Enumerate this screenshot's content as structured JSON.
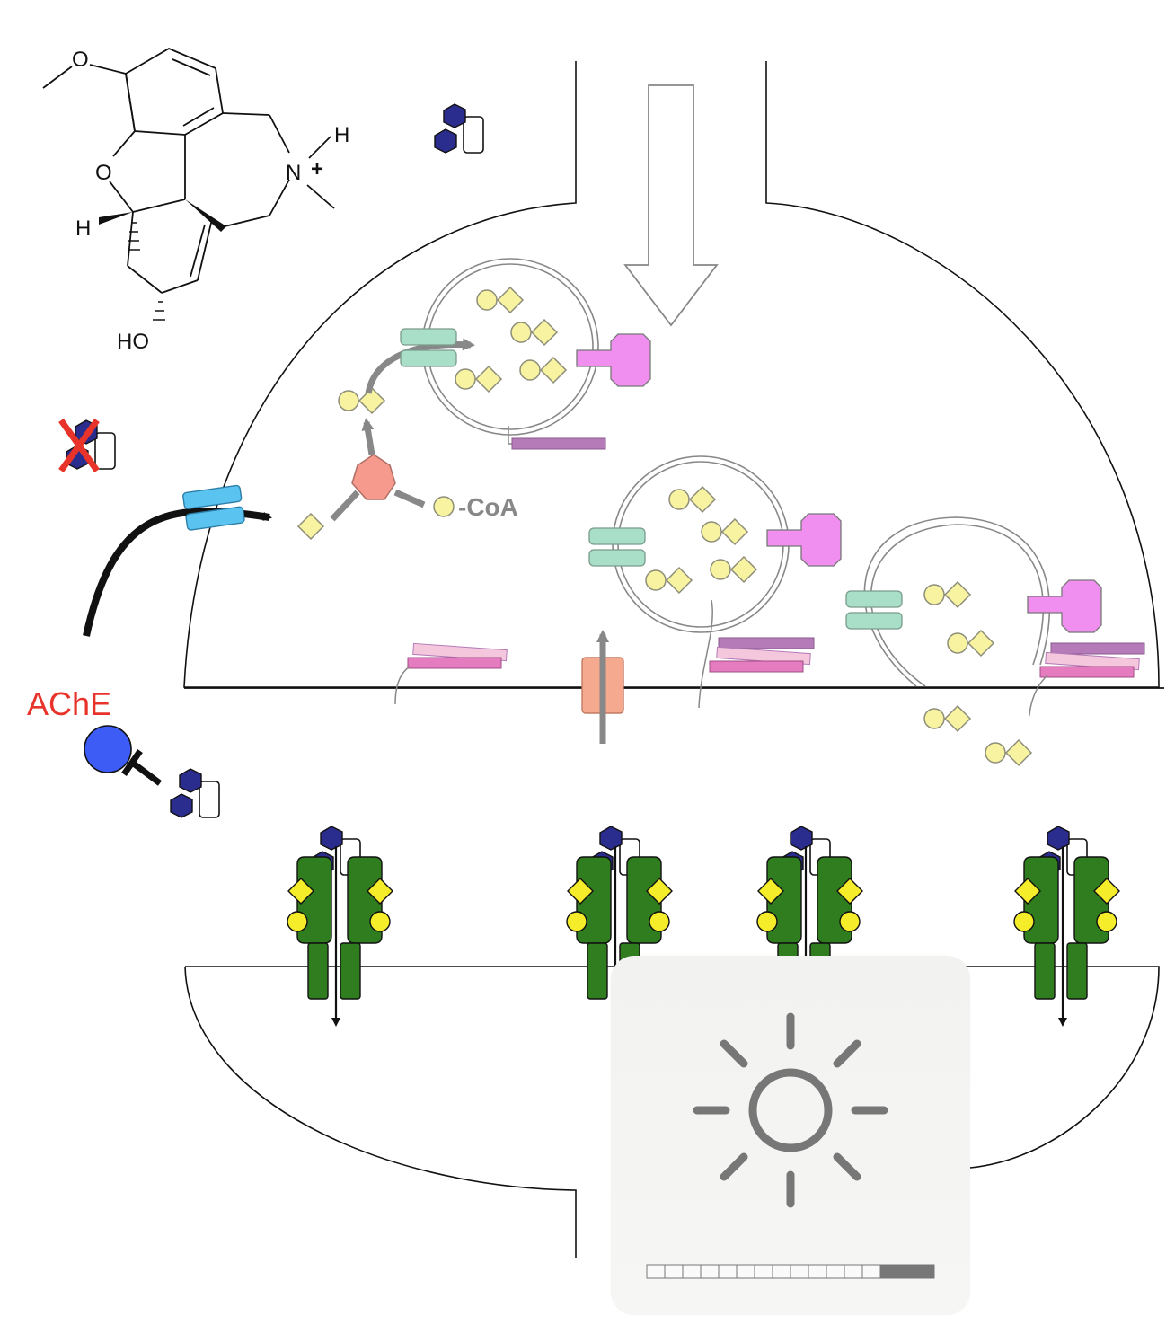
{
  "labels": {
    "coa": "-CoA",
    "ache": "AChE",
    "methoxy_o": "O",
    "ring_o": "O",
    "n_plus": "N",
    "plus": "+",
    "h_top": "H",
    "h_left": "H",
    "hydroxyl": "HO"
  },
  "colors": {
    "ache_red": "#e8332a",
    "ache_blue": "#3d5cf5",
    "galantamine_navy": "#2b2d8e",
    "choline_yellow": "#f7f3a0",
    "receptor_green": "#2f7d1f",
    "chat_salmon": "#f59a8d",
    "vacht_mint": "#a9dfc9",
    "synaptotagmin_violet": "#f08ff0",
    "snare_mauve": "#b57ab8",
    "cht_blue": "#5bc3f0"
  },
  "brightness_hud": {
    "icon": "sun-icon",
    "level": 0.83,
    "segments": 16
  }
}
